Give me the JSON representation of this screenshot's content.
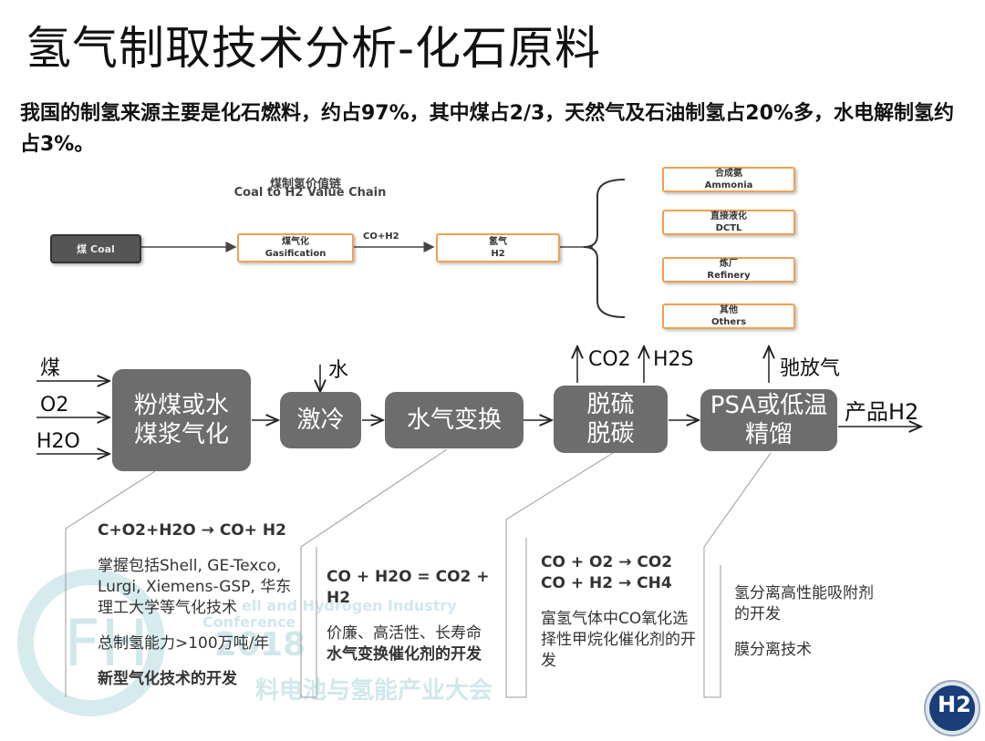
{
  "title": "氢气制取技术分析-化石原料",
  "intro": "我国的制氢来源主要是化石燃料，约占97%，其中煤占2/3，天然气及石油制氢占20%多，水电解制氢约占3%。",
  "value_chain": {
    "title_cn": "煤制氢价值链",
    "title_en": "Coal to H2 Value Chain",
    "coal": "煤 Coal",
    "gasification_cn": "煤气化",
    "gasification_en": "Gasification",
    "arrow_label": "CO+H2",
    "hydrogen_cn": "氢气",
    "hydrogen_en": "H2",
    "outputs": [
      {
        "cn": "合成氨",
        "en": "Ammonia"
      },
      {
        "cn": "直接液化",
        "en": "DCTL"
      },
      {
        "cn": "炼厂",
        "en": "Refinery"
      },
      {
        "cn": "其他",
        "en": "Others"
      }
    ]
  },
  "process": {
    "inputs": [
      "煤",
      "O2",
      "H2O"
    ],
    "step1": "粉煤或水煤浆气化",
    "water": "水",
    "step2": "激冷",
    "step3": "水气变换",
    "out_co2": "CO2",
    "out_h2s": "H2S",
    "step4": "脱硫脱碳",
    "purge": "驰放气",
    "step5": "PSA或低温精馏",
    "product": "产品H2"
  },
  "notes": {
    "n1_eq": "C+O2+H2O → CO+ H2",
    "n1_text": "掌握包括Shell, GE-Texco, Lurgi, Xiemens-GSP, 华东理工大学等气化技术",
    "n1_cap": "总制氢能力>100万吨/年",
    "n1_new": "新型气化技术的开发",
    "n2_eq": "CO + H2O = CO2 + H2",
    "n2_text": "价廉、高活性、长寿命",
    "n2_bold": "水气变换催化剂的开发",
    "n3_eq1": "CO + O2 → CO2",
    "n3_eq2": "CO + H2 → CH4",
    "n3_text": "富氢气体中CO氧化选择性甲烷化催化剂的开发",
    "n4_text": "氢分离高性能吸附剂的开发",
    "n4_text2": "膜分离技术"
  },
  "watermark": {
    "line1": "ell and Hydrogen Industry",
    "line2": "Conference",
    "year": "2018",
    "cn": "料电池与氢能产业大会"
  },
  "badge": "H2",
  "colors": {
    "process_box": "#6d6d6d",
    "vc_border": "#f0a050",
    "badge": "#1a3e7a"
  }
}
